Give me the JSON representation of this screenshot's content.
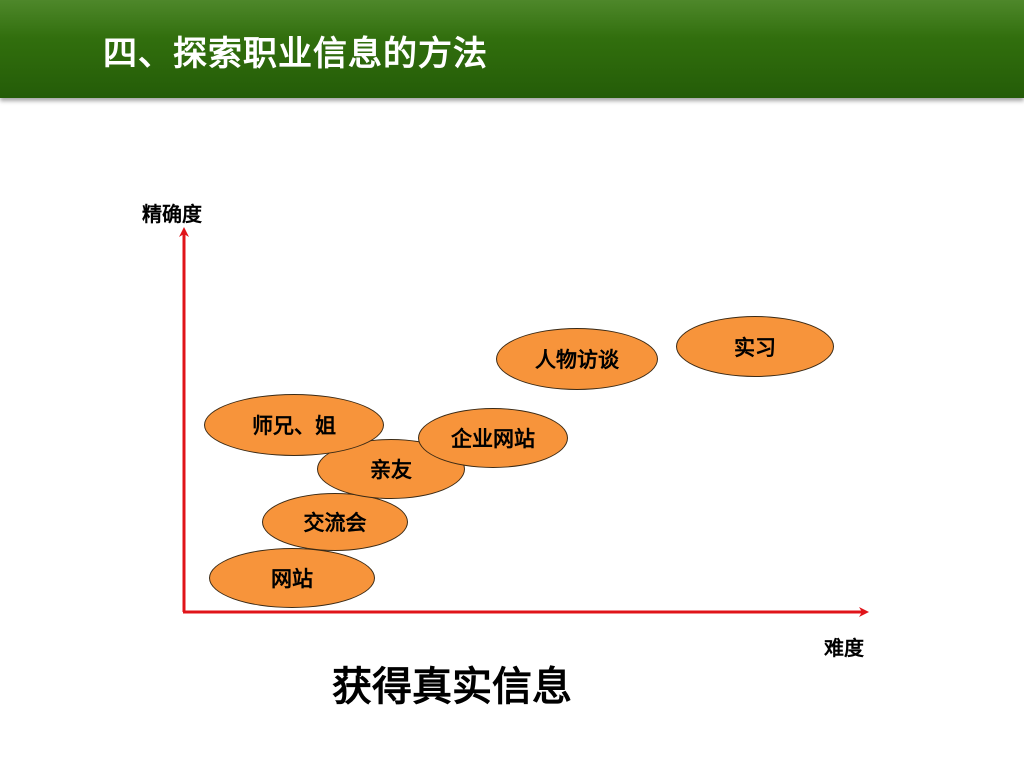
{
  "title": "四、探索职业信息的方法",
  "axes": {
    "y_label": "精确度",
    "x_label": "难度"
  },
  "methods": [
    {
      "label": "网站"
    },
    {
      "label": "交流会"
    },
    {
      "label": "亲友"
    },
    {
      "label": "师兄、姐"
    },
    {
      "label": "企业网站"
    },
    {
      "label": "人物访谈"
    },
    {
      "label": "实习"
    }
  ],
  "conclusion": "获得真实信息",
  "colors": {
    "header": "#2e6a0c",
    "bubble_fill": "#f7943b",
    "axis": "#e0141a"
  }
}
